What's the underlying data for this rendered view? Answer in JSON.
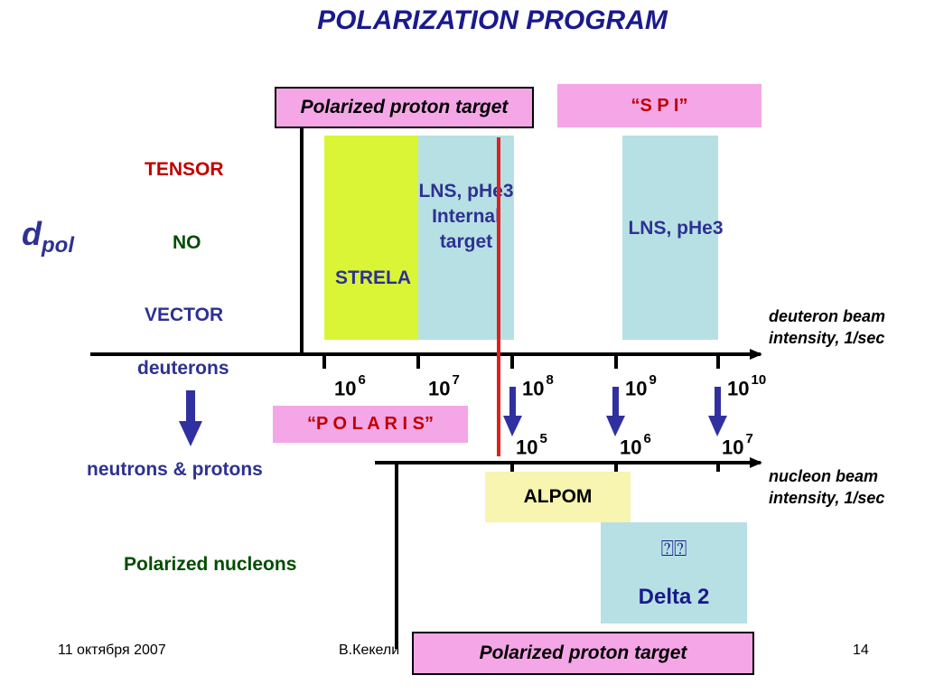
{
  "title": "POLARIZATION PROGRAM",
  "boxes": {
    "ppt_top": "Polarized proton target",
    "spi": "“S P I”",
    "lns_internal": "LNS, pHe3 Internal target",
    "strela": "STRELA",
    "lns_right": "LNS, pHe3",
    "polaris": "“P O L A R I S”",
    "alpom": "ALPOM",
    "delta_glyph": "⍰⍰",
    "delta2": "Delta 2",
    "ppt_bottom": "Polarized proton target"
  },
  "dpol": {
    "base": "d",
    "sub": "pol"
  },
  "dpol_levels": [
    "TENSOR",
    "NO",
    "VECTOR"
  ],
  "left_labels": {
    "deuterons": "deuterons",
    "neutrons": "neutrons & protons",
    "polarized_nucleons": "Polarized nucleons"
  },
  "axis_labels": {
    "deuteron": [
      "deuteron beam",
      "intensity, 1/sec"
    ],
    "nucleon": [
      "nucleon beam",
      "intensity, 1/sec"
    ]
  },
  "deuteron_ticks": [
    {
      "base": "10",
      "exp": "6"
    },
    {
      "base": "10",
      "exp": "7"
    },
    {
      "base": "10",
      "exp": "8"
    },
    {
      "base": "10",
      "exp": "9"
    },
    {
      "base": "10",
      "exp": "10"
    }
  ],
  "nucleon_ticks": [
    {
      "base": "10",
      "exp": "5"
    },
    {
      "base": "10",
      "exp": "6"
    },
    {
      "base": "10",
      "exp": "7"
    }
  ],
  "footer": {
    "date": "11 октября 2007",
    "author": "В.Кекели",
    "page": "14"
  },
  "colors": {
    "pink": "#f4a6e6",
    "lightblue": "#b7e0e4",
    "lime": "#d9f536",
    "yellow": "#f7f5b0",
    "navy": "#2e3192",
    "arrow": "#3030a0",
    "red": "#e0201c"
  }
}
